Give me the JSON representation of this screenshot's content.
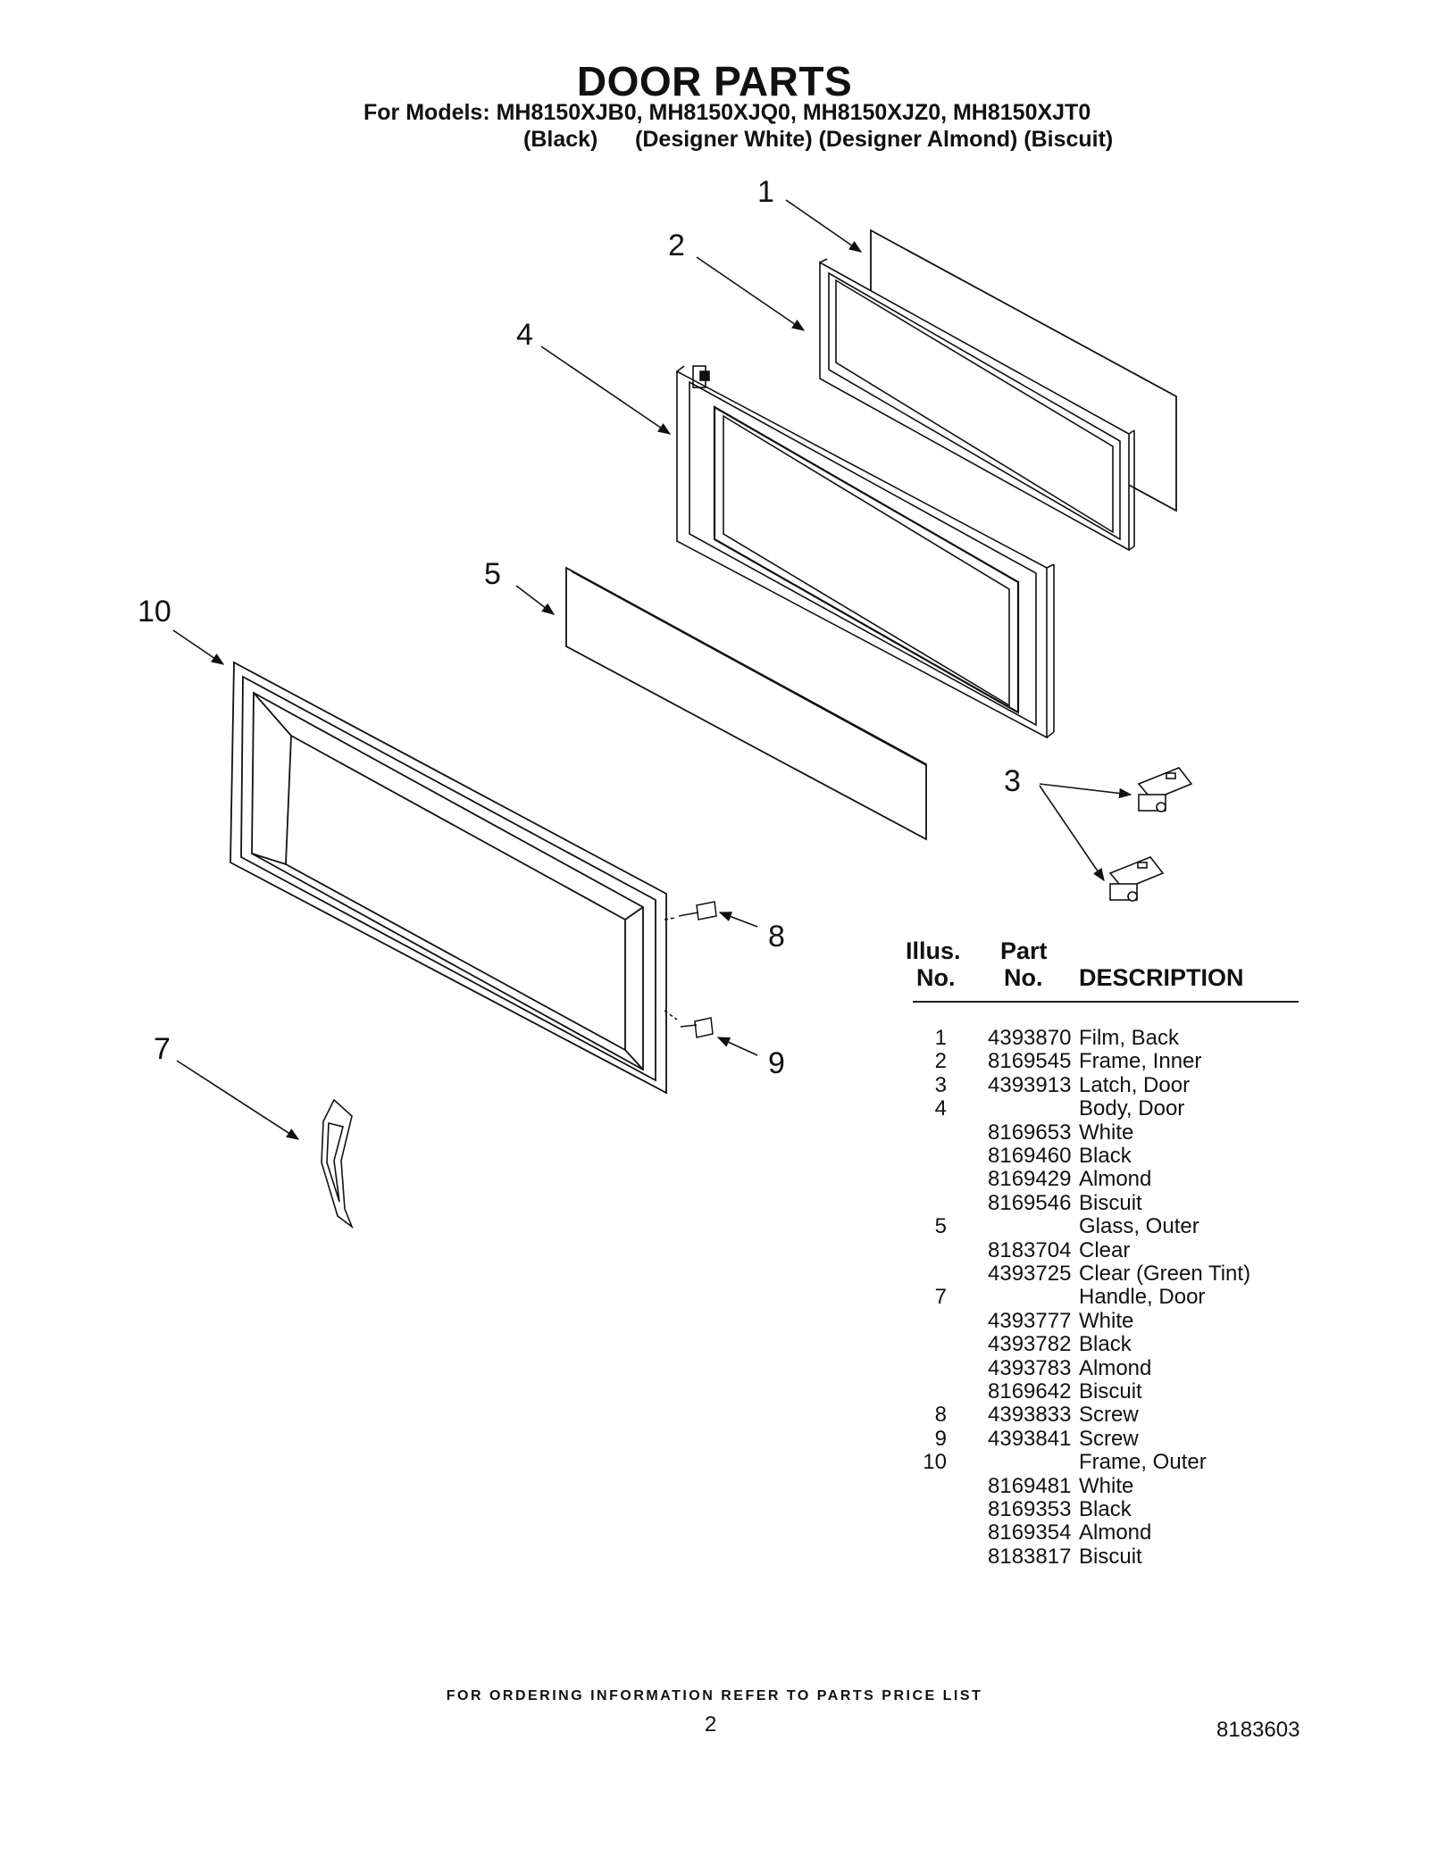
{
  "header": {
    "title": "DOOR PARTS",
    "models": "For Models: MH8150XJB0, MH8150XJQ0, MH8150XJZ0, MH8150XJT0",
    "colors": "(Black)      (Designer White) (Designer Almond) (Biscuit)"
  },
  "diagram": {
    "callouts": [
      "1",
      "2",
      "3",
      "4",
      "5",
      "7",
      "8",
      "9",
      "10"
    ]
  },
  "parts_table": {
    "headers": {
      "illus_line1": "Illus.",
      "illus_line2": "No.",
      "part_line1": "Part",
      "part_line2": "No.",
      "description": "DESCRIPTION"
    },
    "rows": [
      {
        "illus": "1",
        "part": "4393870",
        "desc": "Film, Back"
      },
      {
        "illus": "2",
        "part": "8169545",
        "desc": "Frame, Inner"
      },
      {
        "illus": "3",
        "part": "4393913",
        "desc": "Latch, Door"
      },
      {
        "illus": "4",
        "part": "",
        "desc": "Body, Door"
      },
      {
        "illus": "",
        "part": "8169653",
        "desc": "White"
      },
      {
        "illus": "",
        "part": "8169460",
        "desc": "Black"
      },
      {
        "illus": "",
        "part": "8169429",
        "desc": "Almond"
      },
      {
        "illus": "",
        "part": "8169546",
        "desc": "Biscuit"
      },
      {
        "illus": "5",
        "part": "",
        "desc": "Glass, Outer"
      },
      {
        "illus": "",
        "part": "8183704",
        "desc": "Clear"
      },
      {
        "illus": "",
        "part": "4393725",
        "desc": "Clear (Green Tint)"
      },
      {
        "illus": "7",
        "part": "",
        "desc": "Handle, Door"
      },
      {
        "illus": "",
        "part": "4393777",
        "desc": "White"
      },
      {
        "illus": "",
        "part": "4393782",
        "desc": "Black"
      },
      {
        "illus": "",
        "part": "4393783",
        "desc": "Almond"
      },
      {
        "illus": "",
        "part": "8169642",
        "desc": "Biscuit"
      },
      {
        "illus": "8",
        "part": "4393833",
        "desc": "Screw"
      },
      {
        "illus": "9",
        "part": "4393841",
        "desc": "Screw"
      },
      {
        "illus": "10",
        "part": "",
        "desc": "Frame, Outer"
      },
      {
        "illus": "",
        "part": "8169481",
        "desc": "White"
      },
      {
        "illus": "",
        "part": "8169353",
        "desc": "Black"
      },
      {
        "illus": "",
        "part": "8169354",
        "desc": "Almond"
      },
      {
        "illus": "",
        "part": "8183817",
        "desc": "Biscuit"
      }
    ]
  },
  "footer": {
    "ordering_note": "FOR ORDERING INFORMATION REFER TO PARTS PRICE LIST",
    "page_number": "2",
    "document_number": "8183603"
  }
}
